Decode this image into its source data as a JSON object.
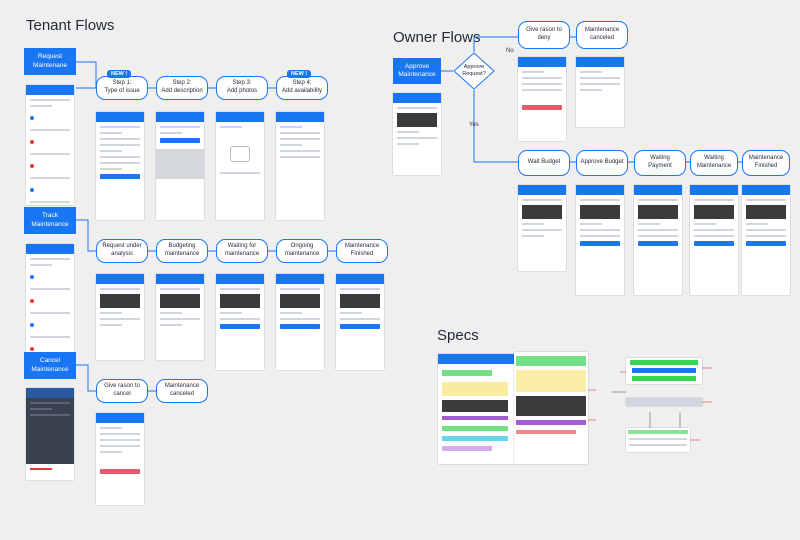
{
  "sections": {
    "tenant": "Tenant Flows",
    "owner": "Owner Flows",
    "specs": "Specs"
  },
  "tenant_request": {
    "start": "Request Maintenane",
    "steps": [
      {
        "label": "Step 1:\nType of issue",
        "badge": "NEW !"
      },
      {
        "label": "Step 2:\nAdd description",
        "badge": ""
      },
      {
        "label": "Step 3:\nAdd photos",
        "badge": ""
      },
      {
        "label": "Step 4:\nAdd availability",
        "badge": "NEW !"
      }
    ]
  },
  "tenant_track": {
    "start": "Track Maintenance",
    "steps": [
      "Request under analysis",
      "Budgeting maintenance",
      "Waiting for maintenance",
      "Ongoing maintenance",
      "Maintenance Finished"
    ]
  },
  "tenant_cancel": {
    "start": "Cancel Maintenance",
    "steps": [
      "Give rason to cancel",
      "Maintenance canceled"
    ]
  },
  "owner": {
    "start": "Approve Maintenance",
    "decision": "Approve Request?",
    "no_label": "No",
    "yes_label": "Yes",
    "deny_steps": [
      "Give rason to deny",
      "Maintenance canceled"
    ],
    "approve_steps": [
      "Wait Budget",
      "Approve Budget",
      "Waiting Payment",
      "Waiting Maintenance",
      "Maintenance Finished"
    ]
  },
  "colors": {
    "accent": "#1976f2",
    "connector": "#1976f2",
    "highlight_green": "#39d353",
    "highlight_purple": "#a35bd6",
    "highlight_cyan": "#27c3e0",
    "highlight_red": "#e53935"
  }
}
